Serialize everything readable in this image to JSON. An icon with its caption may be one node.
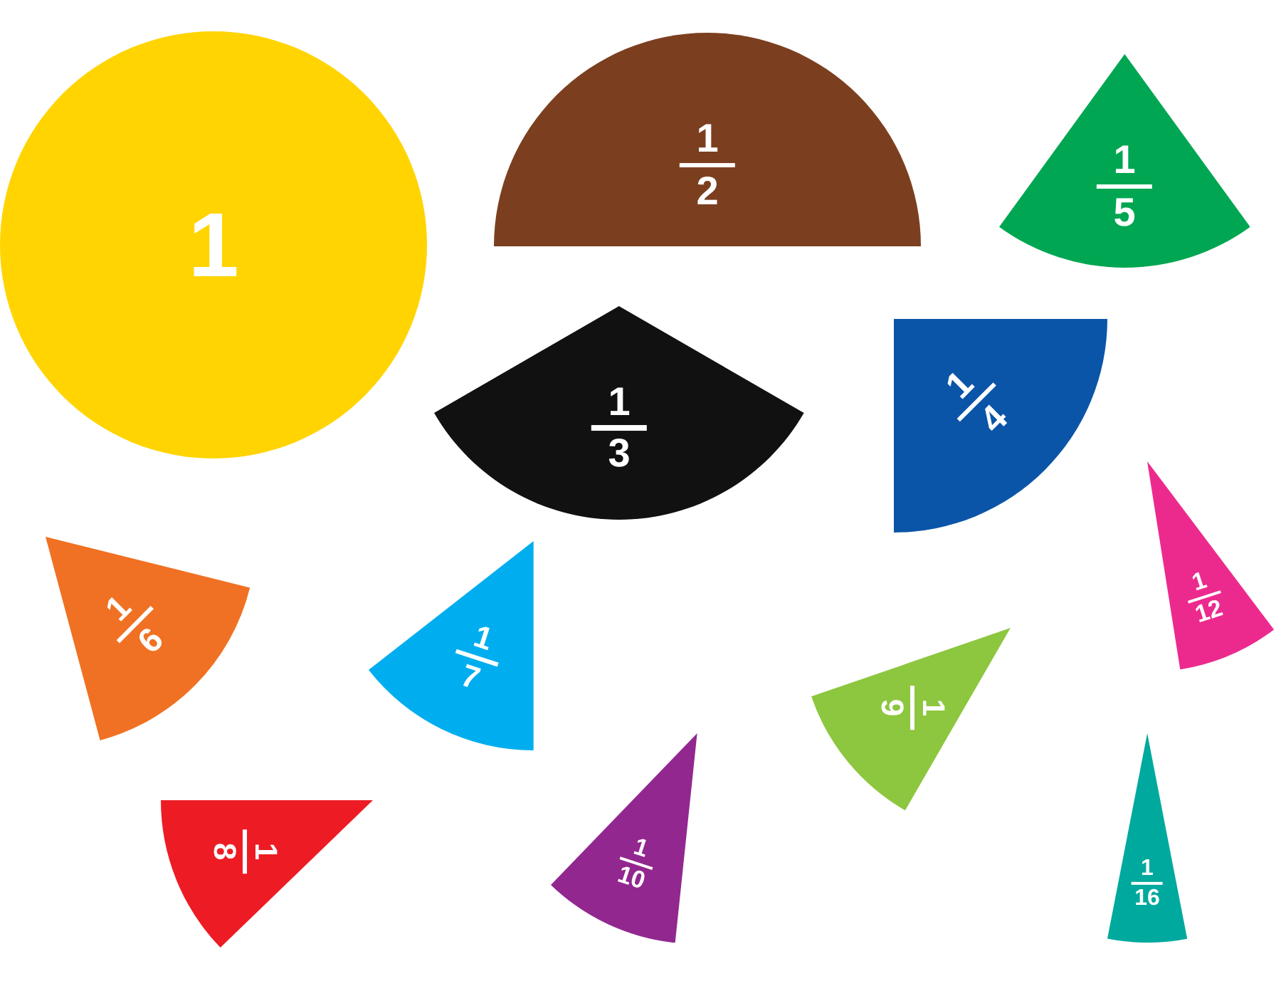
{
  "diagram": {
    "nodes": [
      {
        "text": [
          "1"
        ]
      },
      {
        "text": [
          "1",
          "2"
        ]
      },
      {
        "text": [
          "1",
          "5"
        ]
      },
      {
        "text": [
          "1",
          "3"
        ]
      },
      {
        "text": [
          "1",
          "4"
        ]
      },
      {
        "text": [
          "1",
          "6"
        ]
      },
      {
        "text": [
          "1",
          "7"
        ]
      },
      {
        "text": [
          "1",
          "12"
        ]
      },
      {
        "text": [
          "1",
          "9"
        ]
      },
      {
        "text": [
          "1",
          "8"
        ]
      },
      {
        "text": [
          "1",
          "10"
        ]
      },
      {
        "text": [
          "1",
          "16"
        ]
      }
    ]
  }
}
